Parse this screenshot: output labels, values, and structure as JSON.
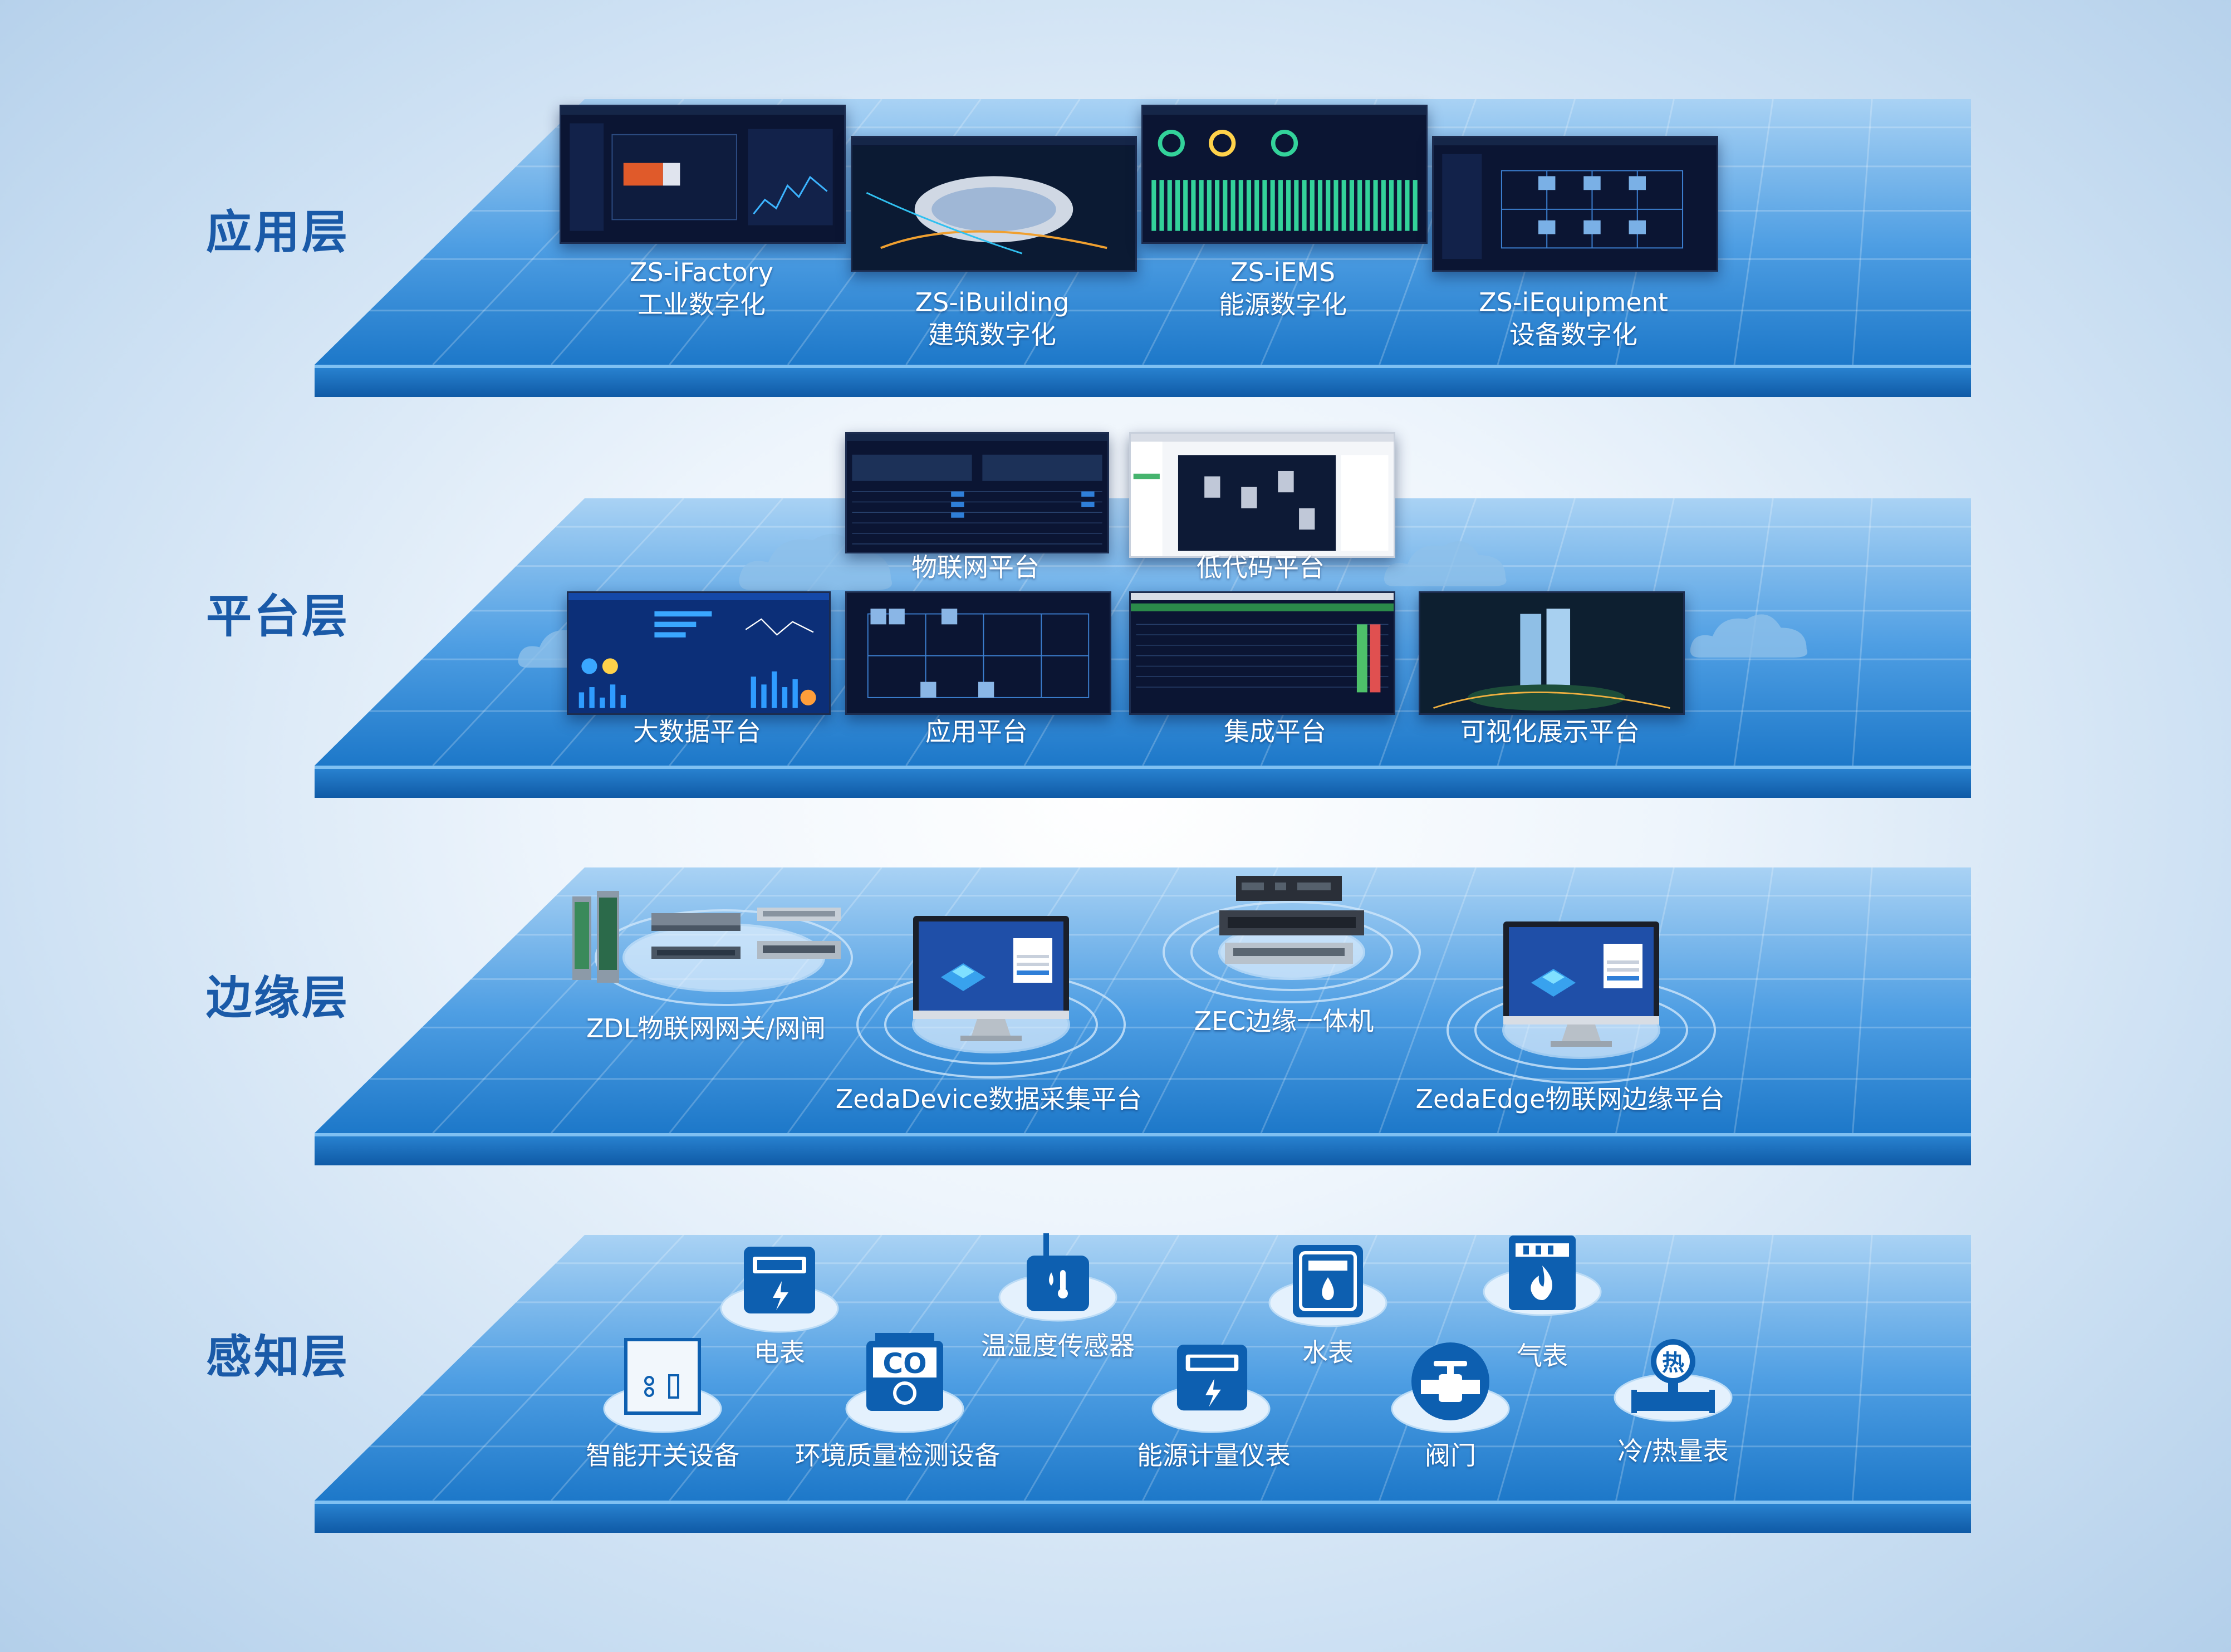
{
  "layers": [
    {
      "label": "应用层"
    },
    {
      "label": "平台层"
    },
    {
      "label": "边缘层"
    },
    {
      "label": "感知层"
    }
  ],
  "application": {
    "items": [
      {
        "line1": "ZS-iFactory",
        "line2": "工业数字化"
      },
      {
        "line1": "ZS-iBuilding",
        "line2": "建筑数字化"
      },
      {
        "line1": "ZS-iEMS",
        "line2": "能源数字化"
      },
      {
        "line1": "ZS-iEquipment",
        "line2": "设备数字化"
      }
    ]
  },
  "platform": {
    "items": [
      {
        "label": "物联网平台"
      },
      {
        "label": "低代码平台"
      },
      {
        "label": "大数据平台"
      },
      {
        "label": "应用平台"
      },
      {
        "label": "集成平台"
      },
      {
        "label": "可视化展示平台"
      }
    ]
  },
  "edge": {
    "items": [
      {
        "label": "ZDL物联网网关/网闸"
      },
      {
        "label": "ZedaDevice数据采集平台"
      },
      {
        "label": "ZEC边缘一体机"
      },
      {
        "label": "ZedaEdge物联网边缘平台"
      }
    ]
  },
  "perception": {
    "items": [
      {
        "label": "电表",
        "icon": "electric-meter-icon"
      },
      {
        "label": "温湿度传感器",
        "icon": "temperature-humidity-sensor-icon"
      },
      {
        "label": "水表",
        "icon": "water-meter-icon"
      },
      {
        "label": "气表",
        "icon": "gas-meter-icon"
      },
      {
        "label": "智能开关设备",
        "icon": "smart-switch-icon"
      },
      {
        "label": "环境质量检测设备",
        "icon": "co-detector-icon"
      },
      {
        "label": "能源计量仪表",
        "icon": "energy-meter-icon"
      },
      {
        "label": "阀门",
        "icon": "valve-icon"
      },
      {
        "label": "冷/热量表",
        "icon": "heat-meter-icon"
      }
    ],
    "co_text": "CO",
    "heat_text": "热"
  },
  "colors": {
    "plate_top": "#5aa6e6",
    "plate_bottom": "#1b74c4",
    "plate_edge": "#1565b3",
    "label": "#1a5aa8"
  }
}
